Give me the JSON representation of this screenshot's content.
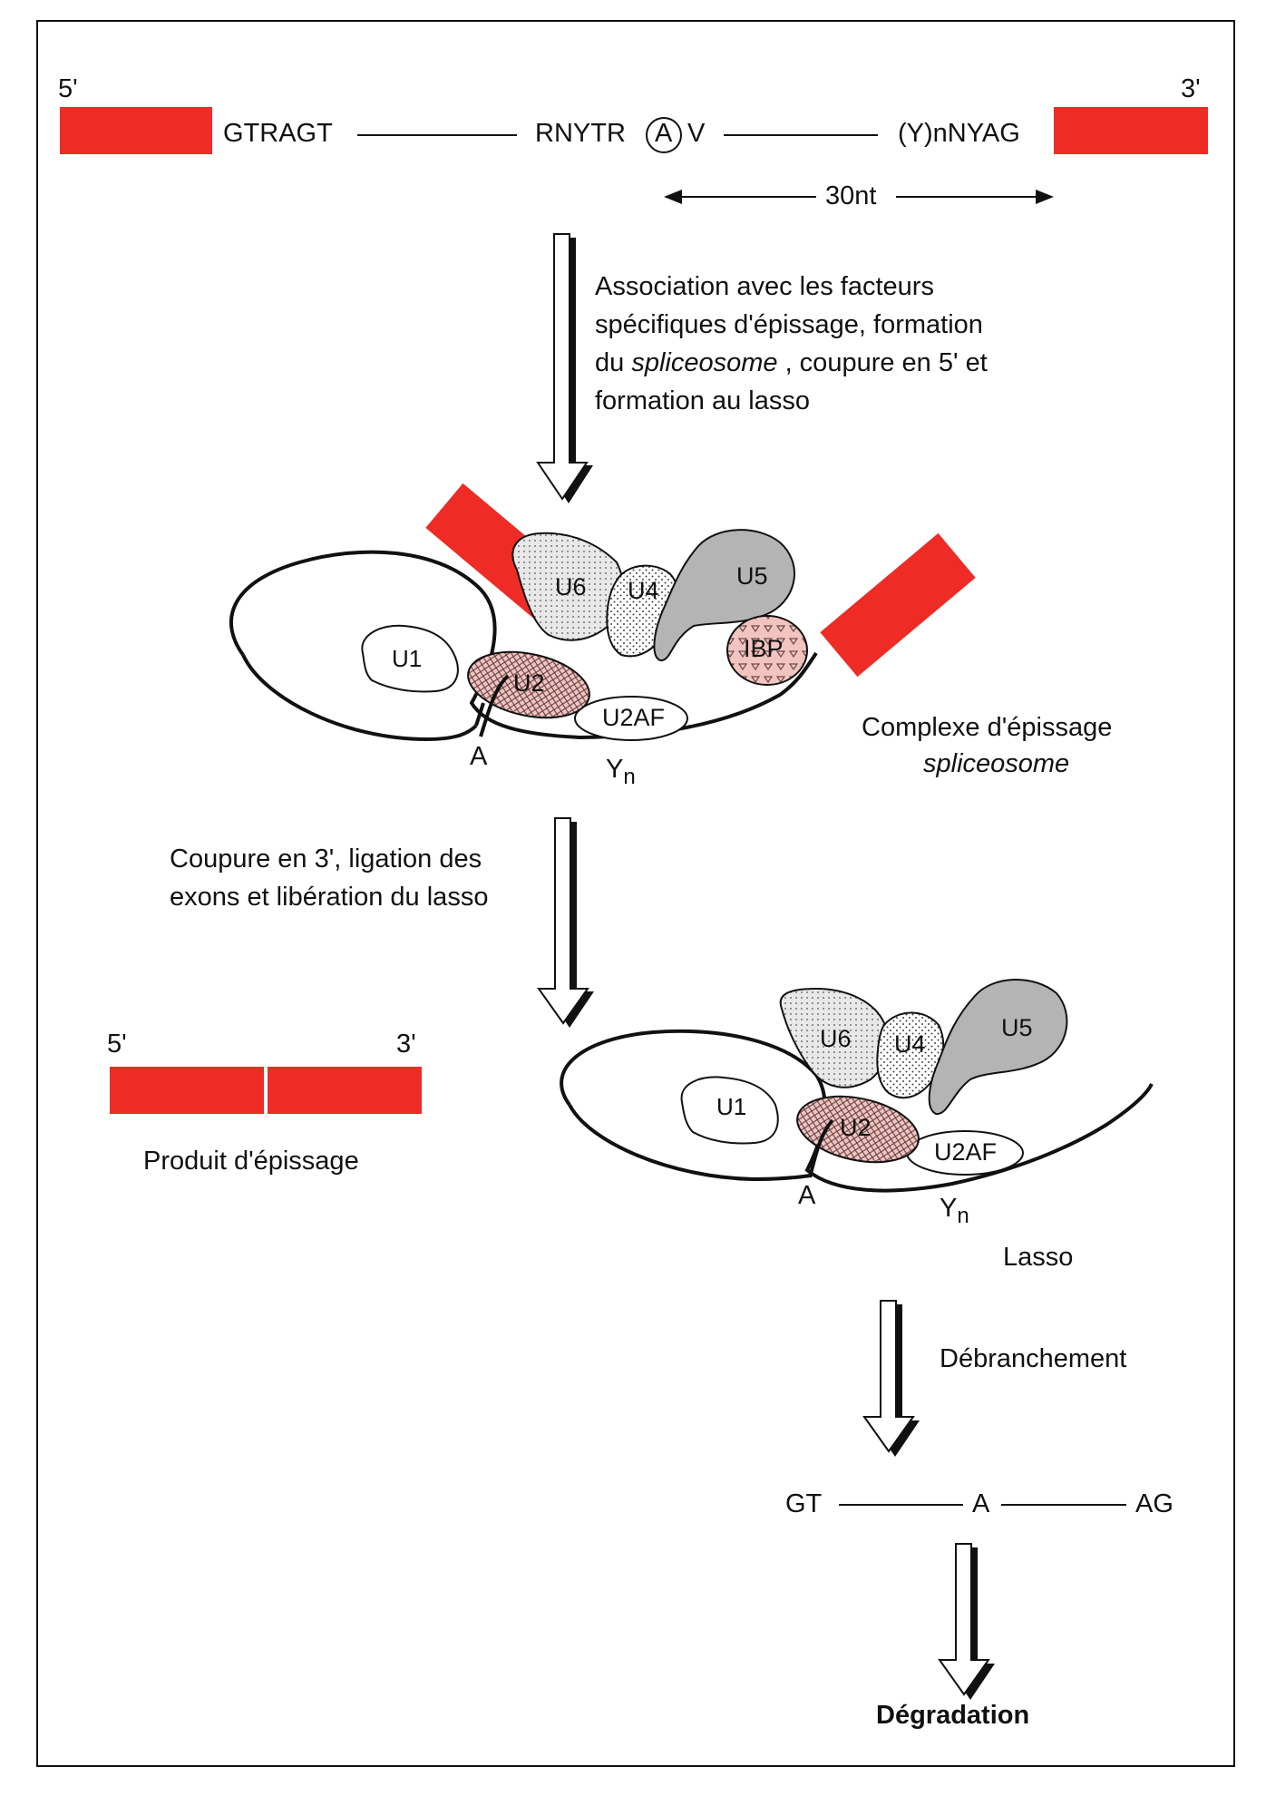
{
  "pre_mrna": {
    "five_prime": "5'",
    "three_prime": "3'",
    "donor": "GTRAGT",
    "branch_left": "RNYTR",
    "branch_a": "A",
    "branch_right": "V",
    "acceptor": "(Y)nNYAG",
    "distance": "30nt"
  },
  "step1": {
    "line1": "Association avec les facteurs",
    "line2": "spécifiques d'épissage, formation",
    "line3_pre": "du ",
    "line3_italic": "spliceosome",
    "line3_post": " , coupure en 5' et",
    "line4": "formation au lasso"
  },
  "spliceosome": {
    "u1": "U1",
    "u2": "U2",
    "u2af": "U2AF",
    "u4": "U4",
    "u5": "U5",
    "u6": "U6",
    "ibp": "IBP",
    "a": "A",
    "yn_base": "Y",
    "yn_sub": "n",
    "caption_line1": "Complexe d'épissage",
    "caption_line2": "spliceosome"
  },
  "step2": {
    "line1": "Coupure en 3', ligation des",
    "line2": "exons et libération du lasso"
  },
  "product": {
    "five_prime": "5'",
    "three_prime": "3'",
    "caption": "Produit d'épissage"
  },
  "lasso": {
    "u1": "U1",
    "u2": "U2",
    "u2af": "U2AF",
    "u4": "U4",
    "u5": "U5",
    "u6": "U6",
    "a": "A",
    "yn_base": "Y",
    "yn_sub": "n",
    "caption": "Lasso"
  },
  "step3": {
    "label": "Débranchement"
  },
  "linear": {
    "gt": "GT",
    "a": "A",
    "ag": "AG"
  },
  "final": {
    "label": "Dégradation"
  },
  "colors": {
    "exon": "#ee2b24",
    "gray": "#b4b4b4",
    "pink": "#f2c4c0",
    "light": "#ececec"
  }
}
